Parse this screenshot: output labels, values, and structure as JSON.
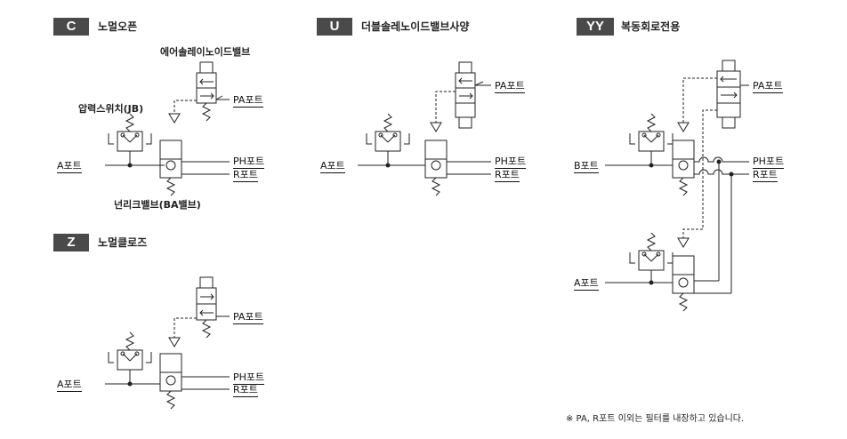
{
  "sections": {
    "c": {
      "badge": "C",
      "title": "노멀오픈"
    },
    "u": {
      "badge": "U",
      "title": "더블솔레노이드밸브사양"
    },
    "yy": {
      "badge": "YY",
      "title": "복동회로전용"
    },
    "z": {
      "badge": "Z",
      "title": "노멀클로즈"
    }
  },
  "labels": {
    "air_solenoid_valve": "에어솔레이노이드밸브",
    "pressure_switch": "압력스위치(JB)",
    "non_leak_valve": "넌리크밸브(BA밸브)"
  },
  "ports": {
    "a": "A포트",
    "b": "B포트",
    "pa": "PA포트",
    "ph": "PH포트",
    "r": "R포트"
  },
  "footnote": "※ PA, R포트 이외는 필터를 내장하고 있습니다."
}
